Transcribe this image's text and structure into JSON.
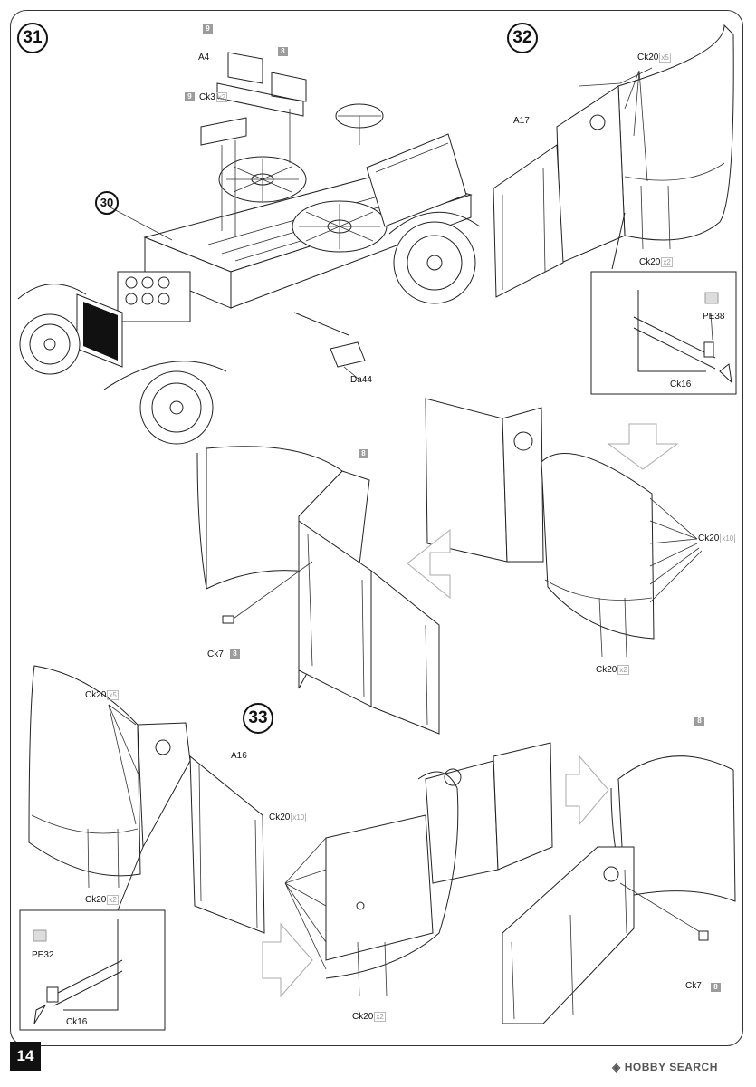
{
  "page": {
    "number": "14"
  },
  "watermark": {
    "brand": "HOBBY SEARCH",
    "icon": "hobbysearch-logo-icon"
  },
  "steps": [
    {
      "id": "step-31",
      "number": "31"
    },
    {
      "id": "step-32",
      "number": "32"
    },
    {
      "id": "step-33",
      "number": "33"
    }
  ],
  "subassembly": {
    "number": "30"
  },
  "parts": {
    "a4": "A4",
    "ck3": {
      "code": "Ck3",
      "qty": "x2"
    },
    "da44": "Da44",
    "a17": "A17",
    "ck20_top_32": {
      "code": "Ck20",
      "qty": "x5"
    },
    "ck20_bottom_32": {
      "code": "Ck20",
      "qty": "x2"
    },
    "pe38": "PE38",
    "ck16_32": "Ck16",
    "ck20_right_mid": {
      "code": "Ck20",
      "qty": "x10"
    },
    "ck20_bottom_mid": {
      "code": "Ck20",
      "qty": "x2"
    },
    "ck7_mid": "Ck7",
    "ck20_top_33": {
      "code": "Ck20",
      "qty": "x5"
    },
    "a16": "A16",
    "ck20_bottom_33": {
      "code": "Ck20",
      "qty": "x2"
    },
    "pe32": "PE32",
    "ck16_33": "Ck16",
    "ck20_mid_33": {
      "code": "Ck20",
      "qty": "x10"
    },
    "ck20_bottom_mid_33": {
      "code": "Ck20",
      "qty": "x2"
    },
    "ck7_33": "Ck7"
  },
  "paint_tags": {
    "t9a": "9",
    "t8a": "8",
    "t9b": "9",
    "t8b": "8",
    "t8c": "8",
    "t8d": "8",
    "t8e": "8"
  }
}
